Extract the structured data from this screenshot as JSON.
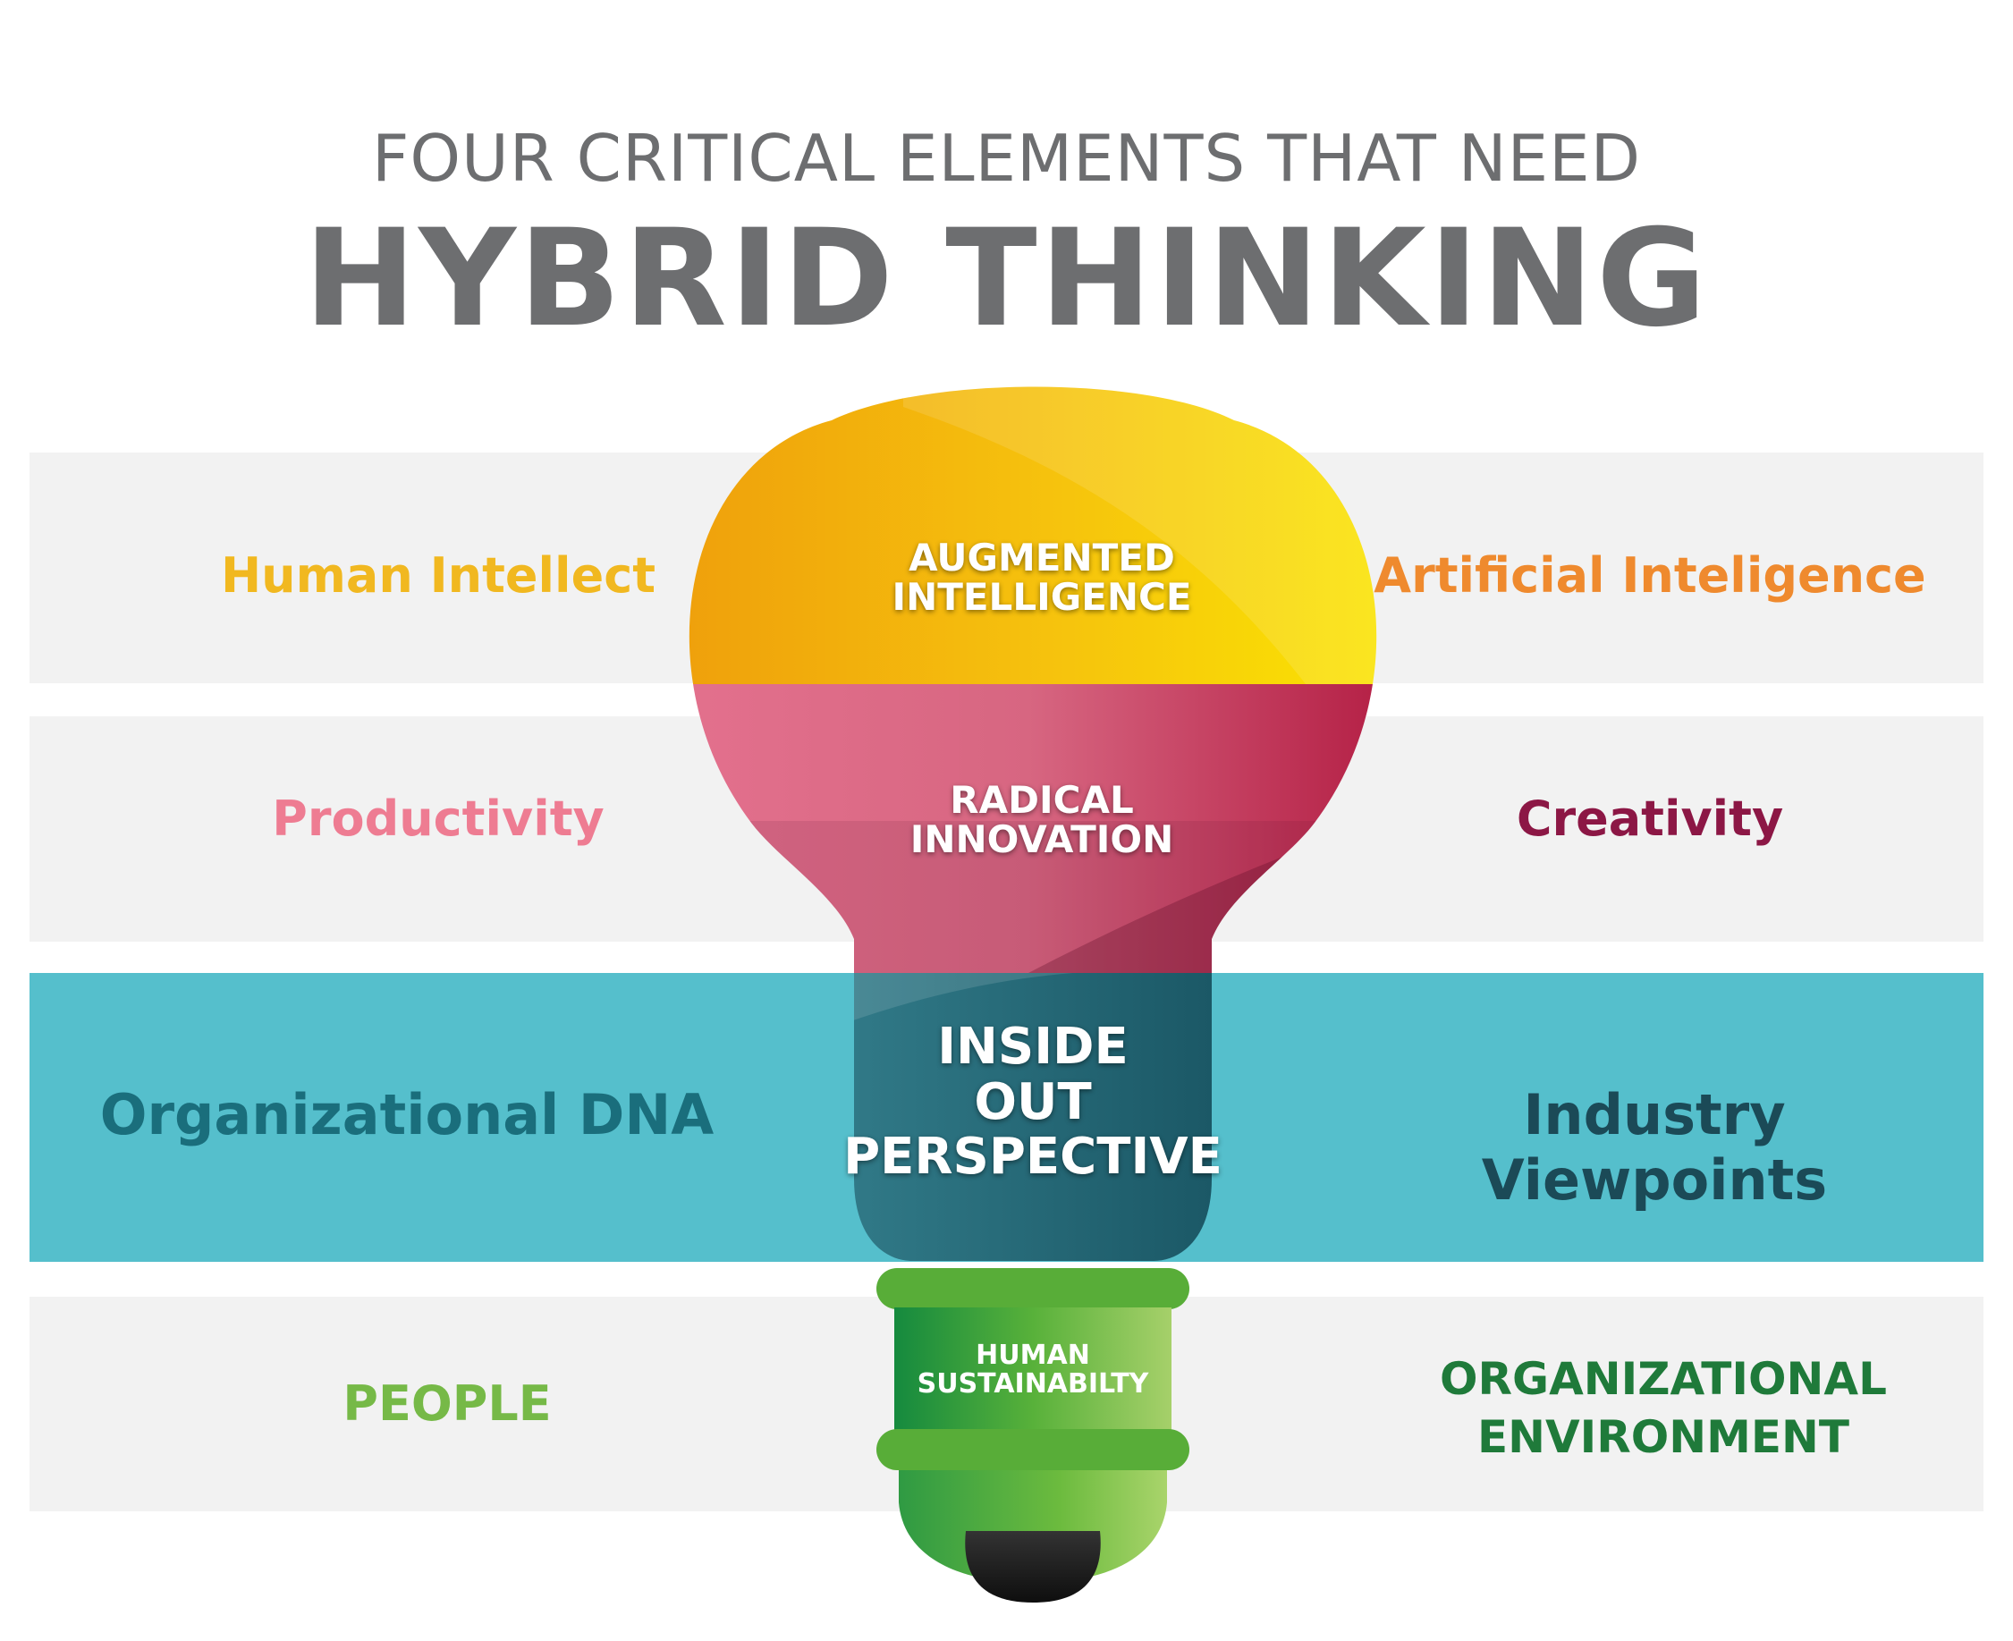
{
  "header": {
    "subtitle": "FOUR CRITICAL ELEMENTS THAT NEED",
    "title": "HYBRID THINKING"
  },
  "rows": [
    {
      "left": "Human Intellect",
      "center": [
        "AUGMENTED",
        "INTELLIGENCE"
      ],
      "right": "Artificial Inteligence",
      "left_color": "#f1b820",
      "right_color": "#ef8a2e"
    },
    {
      "left": "Productivity",
      "center": [
        "RADICAL",
        "INNOVATION"
      ],
      "right": "Creativity",
      "left_color": "#ee7c92",
      "right_color": "#8c1745"
    },
    {
      "left": "Organizational DNA",
      "center": [
        "INSIDE",
        "OUT",
        "PERSPECTIVE"
      ],
      "right": "Industry Viewpoints",
      "left_color": "#1a6e7c",
      "right_color": "#1b4a57"
    },
    {
      "left": "PEOPLE",
      "center": [
        "HUMAN",
        "SUSTAINABILTY"
      ],
      "right": [
        "ORGANIZATIONAL",
        "ENVIRONMENT"
      ],
      "left_color": "#76b947",
      "right_color": "#1f7a3a"
    }
  ],
  "colors": {
    "band_gray": "#f2f2f2",
    "band_teal": "#55bfcc",
    "title_gray": "#6d6e70"
  }
}
